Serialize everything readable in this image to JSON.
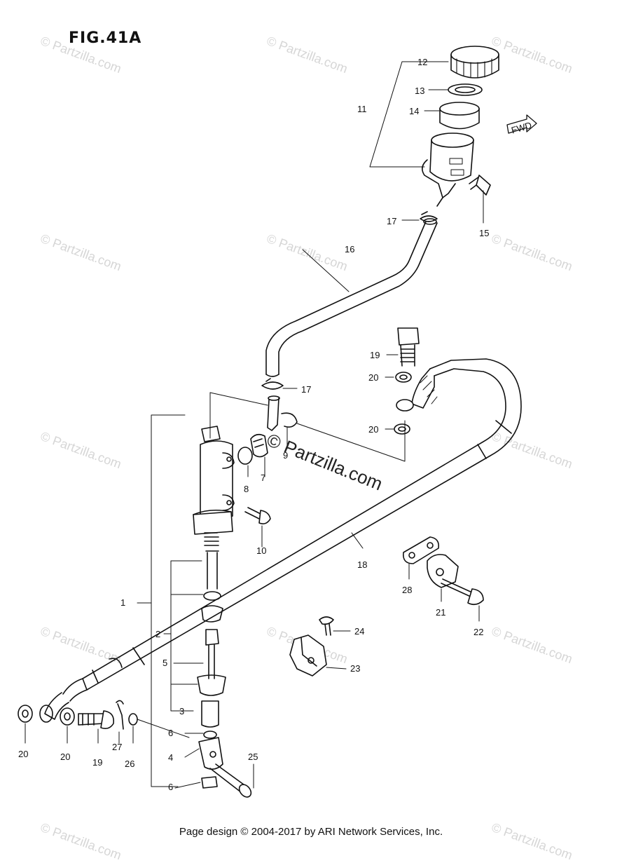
{
  "figure_title": "FIG.41A",
  "footer_text": "Page design © 2004-2017 by ARI Network Services, Inc.",
  "watermark_text": "© Partzilla.com",
  "center_watermark": "© Partzilla.com",
  "fwd_label": "FWD",
  "callouts": [
    "1",
    "2",
    "3",
    "4",
    "5",
    "6",
    "6",
    "7",
    "8",
    "9",
    "10",
    "11",
    "12",
    "13",
    "14",
    "15",
    "16",
    "17",
    "17",
    "18",
    "19",
    "19",
    "20",
    "20",
    "20",
    "20",
    "21",
    "22",
    "23",
    "24",
    "25",
    "26",
    "27",
    "28"
  ]
}
